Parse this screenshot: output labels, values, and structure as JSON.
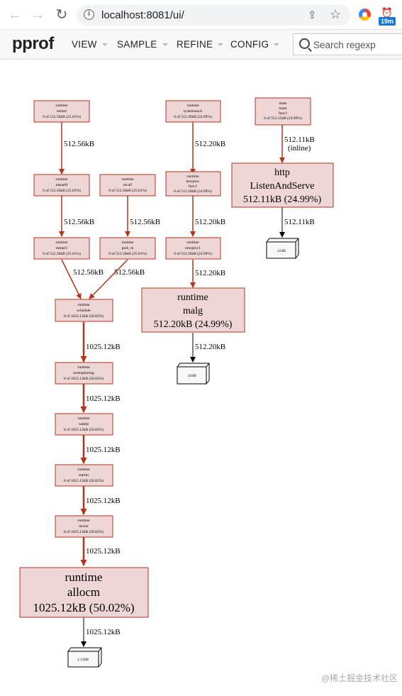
{
  "browser": {
    "back_icon": "arrow-left-icon",
    "forward_icon": "arrow-right-icon",
    "reload_icon": "reload-icon",
    "url": "localhost:8081/ui/",
    "extension_badge": "19m"
  },
  "app": {
    "logo": "pprof",
    "menus": [
      "VIEW",
      "SAMPLE",
      "REFINE",
      "CONFIG"
    ],
    "search_placeholder": "Search regexp"
  },
  "graph": {
    "nodes": {
      "mstart": [
        "runtime",
        "mstart",
        "0 of 512.56kB (25.01%)"
      ],
      "mstart0": [
        "runtime",
        "mstart0",
        "0 of 512.56kB (25.01%)"
      ],
      "mstart1": [
        "runtime",
        "mstart1",
        "0 of 512.56kB (25.01%)"
      ],
      "mcall": [
        "runtime",
        "mcall",
        "0 of 512.56kB (25.01%)"
      ],
      "park_m": [
        "runtime",
        "park_m",
        "0 of 512.56kB (25.01%)"
      ],
      "schedule": [
        "runtime",
        "schedule",
        "0 of 1025.12kB (50.02%)"
      ],
      "resetspinning": [
        "runtime",
        "resetspinning",
        "0 of 1025.12kB (50.02%)"
      ],
      "wakep": [
        "runtime",
        "wakep",
        "0 of 1025.12kB (50.02%)"
      ],
      "startm": [
        "runtime",
        "startm",
        "0 of 1025.12kB (50.02%)"
      ],
      "newm": [
        "runtime",
        "newm",
        "0 of 1025.12kB (50.02%)"
      ],
      "allocm": [
        "runtime",
        "allocm",
        "1025.12kB (50.02%)"
      ],
      "systemstack": [
        "runtime",
        "systemstack",
        "0 of 512.20kB (24.99%)"
      ],
      "newproc_func1": [
        "runtime",
        "newproc",
        "func1",
        "0 of 512.20kB (24.99%)"
      ],
      "newproc1": [
        "runtime",
        "newproc1",
        "0 of 512.20kB (24.99%)"
      ],
      "malg": [
        "runtime",
        "malg",
        "512.20kB (24.99%)"
      ],
      "main_func1": [
        "main",
        "main",
        "func1",
        "0 of 512.11kB (24.99%)"
      ],
      "listen": [
        "http",
        "ListenAndServe",
        "512.11kB (24.99%)"
      ]
    },
    "edges": {
      "mstart_mstart0": "512.56kB",
      "mstart0_mstart1": "512.56kB",
      "mcall_park": "512.56kB",
      "mstart1_schedule": "512.56kB",
      "park_schedule": "512.56kB",
      "schedule_reset": "1025.12kB",
      "reset_wakep": "1025.12kB",
      "wakep_startm": "1025.12kB",
      "startm_newm": "1025.12kB",
      "newm_allocm": "1025.12kB",
      "allocm_leaf": "1025.12kB",
      "sys_newproc": "512.20kB",
      "newproc_newproc1": "512.20kB",
      "newproc1_malg": "512.20kB",
      "malg_leaf": "512.20kB",
      "main_listen": "512.11kB",
      "main_listen_inline": "(inline)",
      "listen_leaf": "512.11kB"
    },
    "leaves": {
      "allocm_leaf": "1.12kB",
      "malg_leaf": "416B",
      "listen_leaf": "224B"
    }
  },
  "watermark": "@稀土掘金技术社区"
}
